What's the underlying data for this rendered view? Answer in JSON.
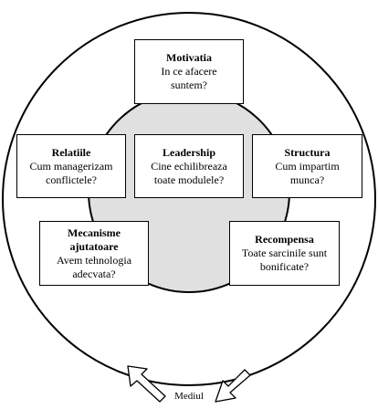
{
  "colors": {
    "outer_circle_fill": "#ffffff",
    "inner_circle_fill": "#e0e0e0",
    "stroke": "#000000"
  },
  "boxes": {
    "motivatia": {
      "title": "Motivatia",
      "body": "In ce afacere\nsuntem?"
    },
    "relatiile": {
      "title": "Relatiile",
      "body": "Cum managerizam\nconflictele?"
    },
    "leadership": {
      "title": "Leadership",
      "body": "Cine echilibreaza\ntoate modulele?"
    },
    "structura": {
      "title": "Structura",
      "body": "Cum impartim\nmunca?"
    },
    "mecanisme": {
      "title": "Mecanisme\najutatoare",
      "body": "Avem tehnologia\nadecvata?"
    },
    "recompensa": {
      "title": "Recompensa",
      "body": "Toate sarcinile sunt\nbonificate?"
    }
  },
  "environment": {
    "label": "Mediul",
    "icons": [
      "curved-arrow-left-icon",
      "curved-arrow-right-icon"
    ]
  }
}
